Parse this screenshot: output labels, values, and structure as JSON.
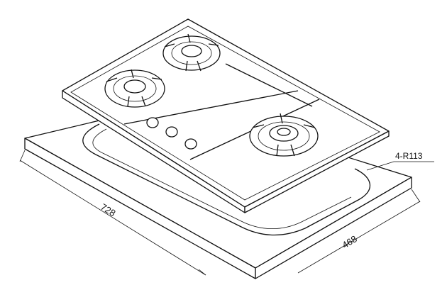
{
  "drawing": {
    "dimensions": {
      "width": "728",
      "depth": "468"
    },
    "callout": "4-R113",
    "burner_count": 3,
    "knob_count": 3
  }
}
